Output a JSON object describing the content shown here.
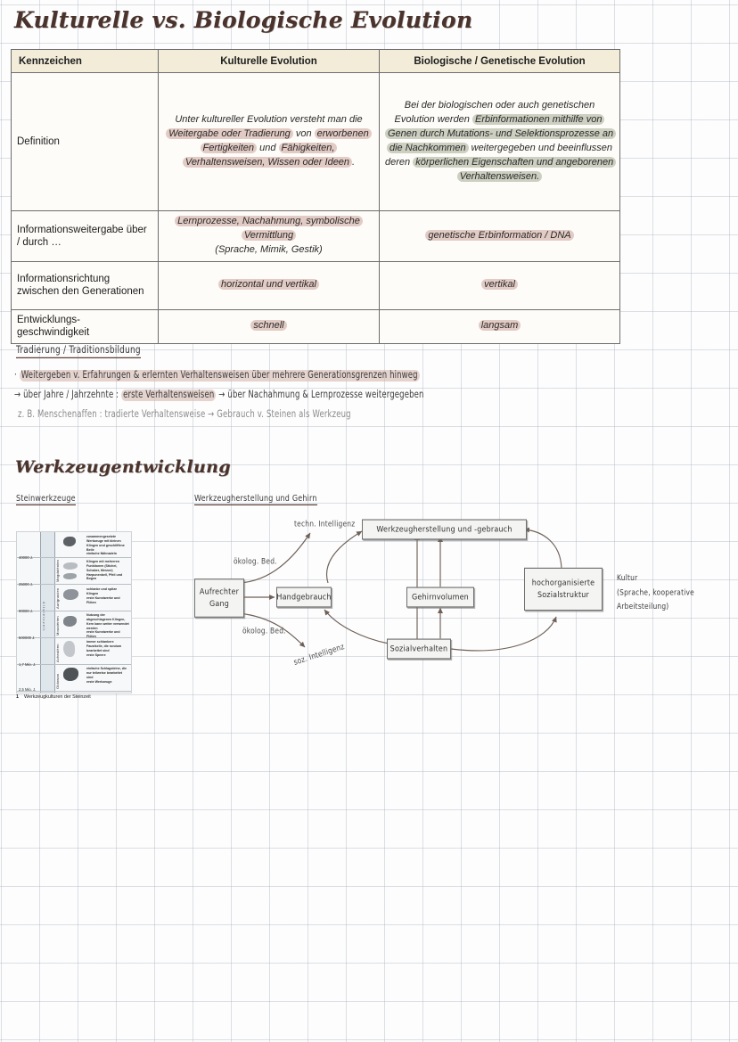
{
  "page": {
    "title": "Kulturelle vs. Biologische Evolution",
    "section_title": "Werkzeugentwicklung"
  },
  "table": {
    "headers": [
      "Kennzeichen",
      "Kulturelle Evolution",
      "Biologische / Genetische Evolution"
    ],
    "rows": [
      {
        "label": "Definition",
        "kulturell": "Unter kultureller Evolution versteht man die Weitergabe oder Tradierung von erworbenen Fertigkeiten und Fähigkeiten, Verhaltensweisen, Wissen oder Ideen.",
        "kulturell_plain_1": "Unter kultureller Evolution versteht man die ",
        "kulturell_hl_1": "Weitergabe oder Tradierung",
        "kulturell_plain_2": " von ",
        "kulturell_hl_2": "erworbenen Fertigkeiten",
        "kulturell_plain_3": " und ",
        "kulturell_hl_3": "Fähigkeiten, Verhaltensweisen, Wissen oder Ideen",
        "kulturell_plain_4": ".",
        "biologisch": "Bei der biologischen oder auch genetischen Evolution werden Erbinformationen mithilfe von Genen durch Mutations- und Selektionsprozesse an die Nachkommen weitergegeben und beeinflussen deren körperlichen Eigenschaften und angeborenen Verhaltensweisen.",
        "biologisch_plain_1": "Bei der biologischen oder auch genetischen Evolution werden ",
        "biologisch_hl_1": "Erbinformationen mithilfe von Genen durch Mutations- und Selektionsprozesse an die Nachkommen",
        "biologisch_plain_2": " weitergegeben und beeinflussen deren ",
        "biologisch_hl_2": "körperlichen Eigenschaften und angeborenen Verhaltensweisen.",
        "biologisch_plain_3": ""
      },
      {
        "label": "Informationsweitergabe über / durch …",
        "kulturell_hl": "Lernprozesse, Nachahmung, symbolische Vermittlung",
        "kulturell_plain": "(Sprache, Mimik, Gestik)",
        "biologisch_hl": "genetische Erbinformation / DNA"
      },
      {
        "label": "Informationsrichtung zwischen den Generationen",
        "kulturell_hl": "horizontal und vertikal",
        "biologisch_hl": "vertikal"
      },
      {
        "label": "Entwicklungs- geschwindigkeit",
        "kulturell_hl": "schnell",
        "biologisch_hl": "langsam"
      }
    ]
  },
  "notes": {
    "heading": "Tradierung / Traditionsbildung",
    "line1_bullet": "·",
    "line1_a": "Weitergeben v. Erfahrungen & erlernten Verhaltensweisen über mehrere Generationsgrenzen hinweg",
    "line2_arrow": "→",
    "line2_a": "über Jahre / Jahrzehnte : ",
    "line2_hl": "erste Verhaltensweisen",
    "line2_b": " → über Nachahmung & Lernprozesse weitergegeben",
    "line3": "z. B. Menschenaffen : tradierte Verhaltensweise → Gebrauch v. Steinen als Werkzeug"
  },
  "figure": {
    "heading": "Steinwerkzeuge",
    "caption_number": "1",
    "caption": "Werkzeugkulturen der Steinzeit",
    "axis_label": "Altsteinzeit",
    "ticks": [
      "40000 J.",
      "25000 J.",
      "90000 J.",
      "500000 J.",
      "1,7 Mio. J.",
      "2,5 Mio. J."
    ],
    "eras": [
      "Magdalénien",
      "Aurignacien",
      "Moustérien",
      "Acheuléen",
      "Oldowan"
    ],
    "descriptions": [
      "zusammengesetzte Werkzeuge mit kleinen Klingen und geschliffene Beile\neinfache Nähnadeln",
      "Klingen mit mehreren Funktionen (Stichel, Schaber, Messer)\nHarpunenbeil, Pfeil und Bogen",
      "schlanke und spitze Klingen\nerste Kunstwerke und Flöten",
      "Nutzung der abgeschlagenen Klingen, Kern kann weiter verwendet werden\nerste Kunstwerke und Flöten",
      "immer schlankere Faustkeile, die rundum bearbeitet sind\nerste Speere",
      "einfache Schlagsteine, die nur teilweise bearbeitet sind\nerste Werkzeuge"
    ]
  },
  "concept_map": {
    "heading": "Werkzeugherstellung und Gehirn",
    "nodes": [
      {
        "id": "aufrechter-gang",
        "label": "Aufrechter\nGang"
      },
      {
        "id": "handgebrauch",
        "label": "Handgebrauch"
      },
      {
        "id": "werkzeugherstellung",
        "label": "Werkzeugherstellung und -gebrauch"
      },
      {
        "id": "gehirnvolumen",
        "label": "Gehirnvolumen"
      },
      {
        "id": "sozialverhalten",
        "label": "Sozialverhalten"
      },
      {
        "id": "sozialstruktur",
        "label": "hochorganisierte\nSozialstruktur"
      }
    ],
    "edge_labels": [
      {
        "id": "oekolog-bed-oben",
        "text": "ökolog. Bed."
      },
      {
        "id": "oekolog-bed-unten",
        "text": "ökolog. Bed."
      },
      {
        "id": "techn-intelligenz",
        "text": "techn. Intelligenz"
      },
      {
        "id": "soz-intelligenz",
        "text": "soz. Intelligenz"
      }
    ],
    "annotation": "Kultur\n(Sprache, kooperative\nArbeitsteilung)"
  },
  "colors": {
    "paper": "#fdfdfd",
    "grid": "#b0b8c4",
    "title_ink": "#4a332c",
    "highlight_pink": "#d8b8b2",
    "highlight_green": "#babeac",
    "table_header": "#f2ecd9",
    "arrow": "#6f6058"
  }
}
